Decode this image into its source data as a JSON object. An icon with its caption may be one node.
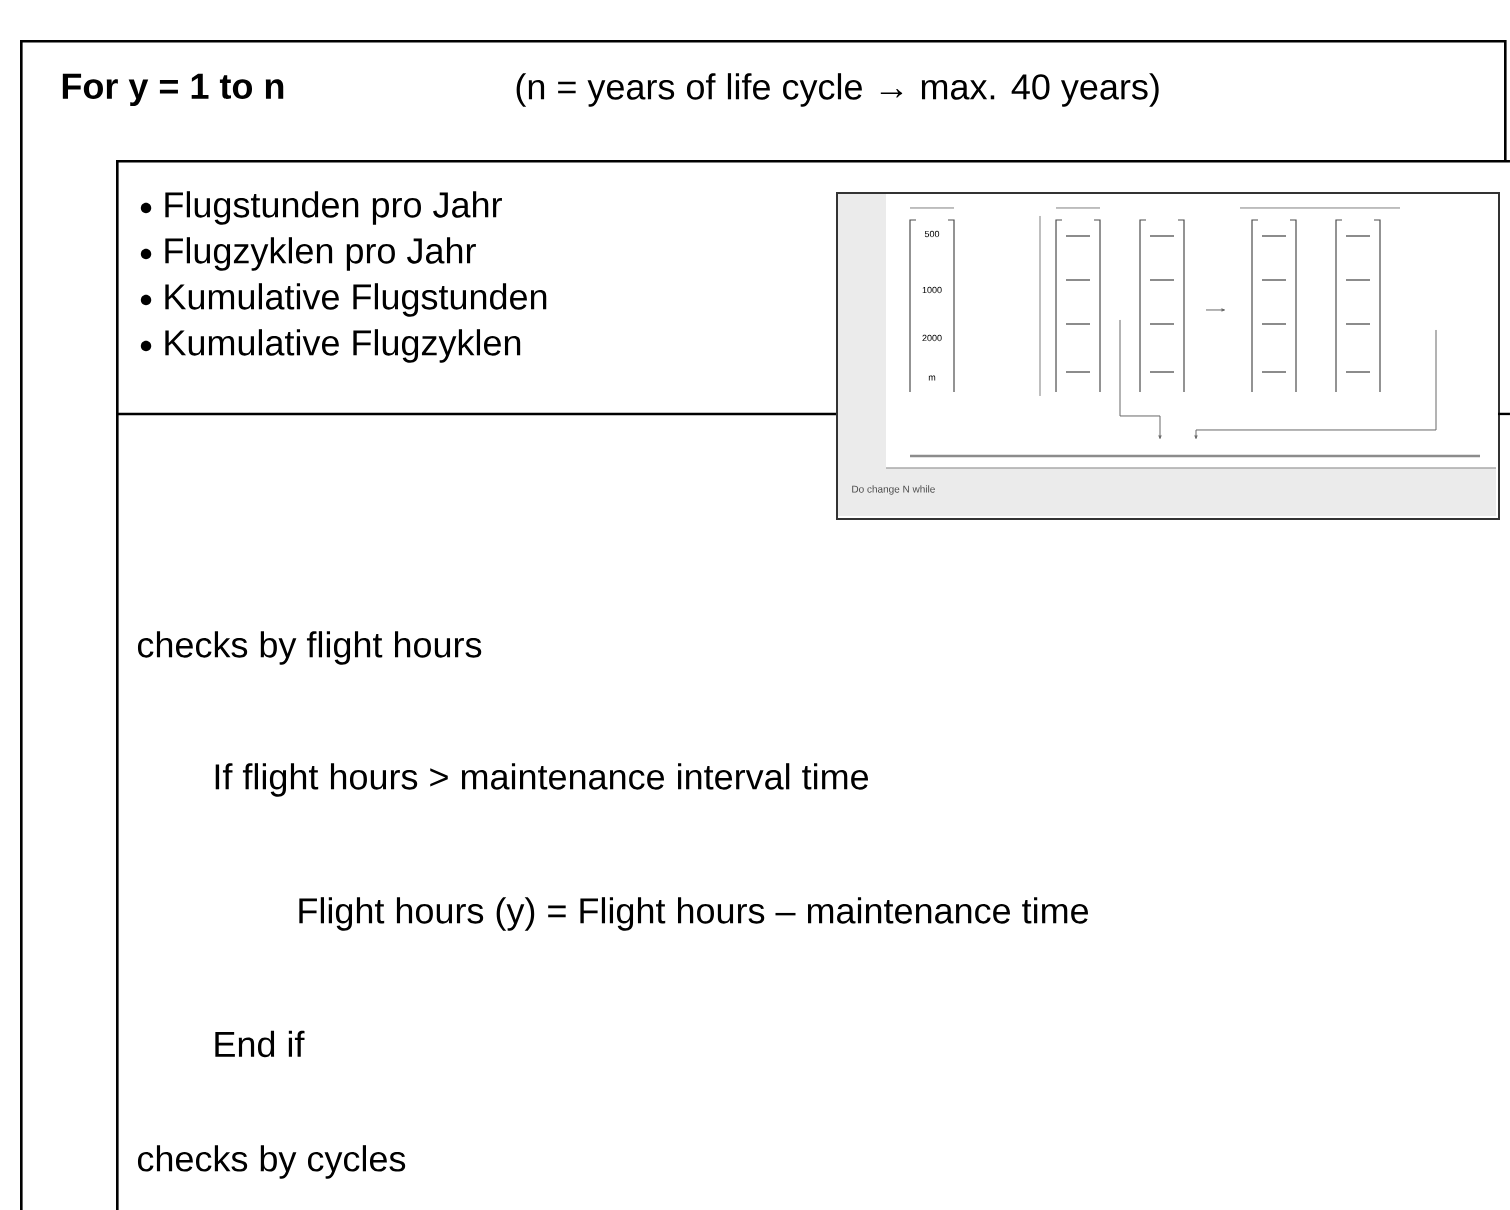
{
  "diagram": {
    "nodes": [
      {
        "text": [
          "For  y = 1 to n",
          "(n = years of life cycle → max. 40 years)"
        ]
      },
      {
        "text": [
          "Flugstunden pro Jahr",
          "Flugzyklen pro Jahr",
          "Kumulative Flugstunden",
          "Kumulative Flugzyklen",
          "checks by flight hours",
          "If flight hours > maintenance interval time",
          "Flight hours (y) = Flight hours – maintenance time",
          "End if",
          "checks by cycles"
        ],
        "in": 0
      },
      {
        "text": [],
        "shape": "picture",
        "in": 1
      }
    ],
    "labels": [
      "500",
      "1000",
      "2000",
      "m",
      "Do change N while"
    ]
  }
}
